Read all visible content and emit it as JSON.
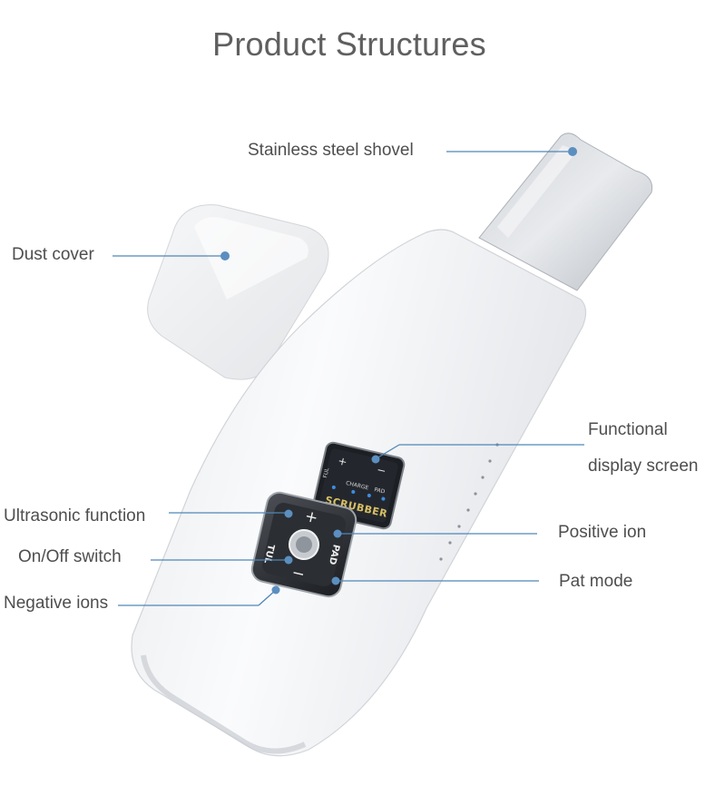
{
  "title": "Product Structures",
  "labels": {
    "shovel": "Stainless steel shovel",
    "dust_cover": "Dust cover",
    "display_line1": "Functional",
    "display_line2": "display screen",
    "ultrasonic": "Ultrasonic function",
    "onoff": "On/Off switch",
    "negative": "Negative ions",
    "positive": "Positive ion",
    "pat": "Pat mode"
  },
  "screen_text": {
    "plus": "+",
    "minus": "−",
    "charge": "CHARGE",
    "pad": "PAD",
    "ful": "FUL",
    "brand": "SCRUBBER"
  },
  "button_text": {
    "plus": "+",
    "minus": "−",
    "left": "TUL",
    "right": "PAD"
  },
  "colors": {
    "leader": "#4f86b8",
    "dot": "#5b8fc0",
    "text": "#4e4e4e",
    "title": "#5f5f5f"
  }
}
